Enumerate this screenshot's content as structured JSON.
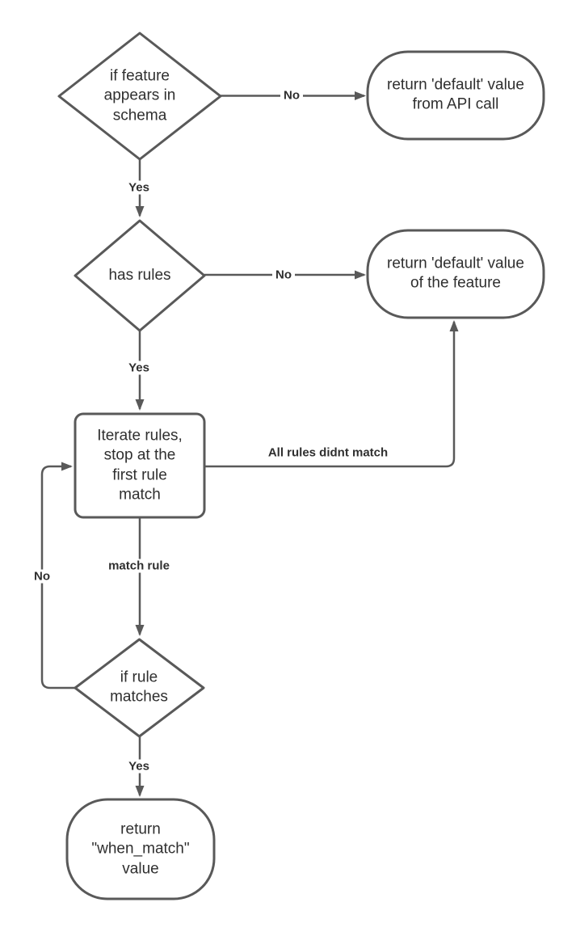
{
  "diagram": {
    "colors": {
      "stroke": "#595959",
      "text": "#2f2f2f",
      "background": "#ffffff"
    },
    "nodes": {
      "decision_feature_in_schema": {
        "type": "decision",
        "text": "if feature\nappears in\nschema"
      },
      "terminal_default_api": {
        "type": "terminator",
        "text": "return 'default' value\nfrom API call"
      },
      "decision_has_rules": {
        "type": "decision",
        "text": "has rules"
      },
      "terminal_default_feature": {
        "type": "terminator",
        "text": "return 'default' value\nof the feature"
      },
      "process_iterate_rules": {
        "type": "process",
        "text": "Iterate rules,\nstop at the\nfirst rule\nmatch"
      },
      "decision_rule_matches": {
        "type": "decision",
        "text": "if rule\nmatches"
      },
      "terminal_when_match": {
        "type": "terminator",
        "text": "return\n\"when_match\"\nvalue"
      }
    },
    "edge_labels": {
      "no_schema": "No",
      "yes_schema": "Yes",
      "no_rules": "No",
      "yes_rules": "Yes",
      "all_rules_didnt_match": "All rules didnt match",
      "match_rule": "match rule",
      "no_match": "No",
      "yes_match": "Yes"
    }
  }
}
